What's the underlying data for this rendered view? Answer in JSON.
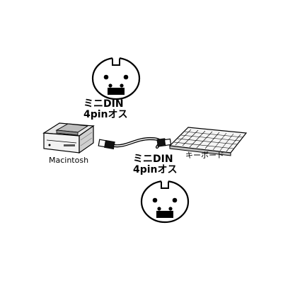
{
  "labels": {
    "connector_top_line1": "ミニDIN",
    "connector_top_line2": "4pinオス",
    "connector_bottom_line1": "ミニDIN",
    "connector_bottom_line2": "4pinオス",
    "computer": "Macintosh",
    "keyboard": "キーボード"
  },
  "icons": [
    "mini-din-4pin-male-icon",
    "macintosh-computer-icon",
    "keyboard-icon",
    "cable-icon"
  ],
  "colors": {
    "line": "#000000",
    "background": "#ffffff",
    "device_shade": "#d9d9d9"
  }
}
